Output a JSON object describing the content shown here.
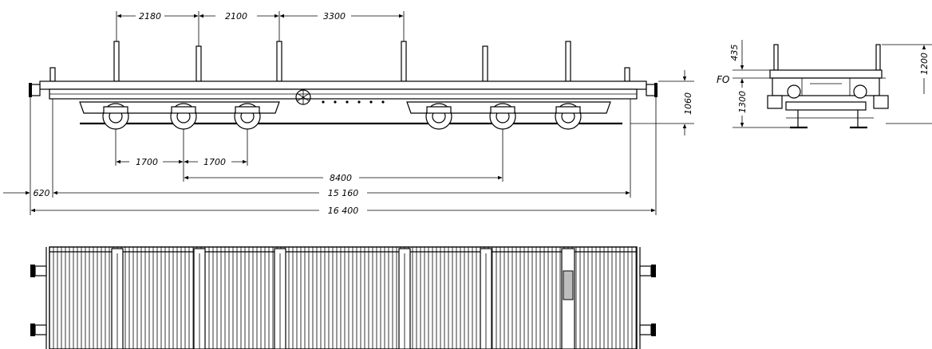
{
  "side_view": {
    "stake_spacing": [
      "2180",
      "2100",
      "3300"
    ],
    "axle_spacing": [
      "1700",
      "1700"
    ],
    "bogie_centres": "8400",
    "overhang": "620",
    "length_over_frame": "15 160",
    "length_over_buffers": "16 400",
    "platform_height": "1060"
  },
  "end_view": {
    "stake_height": "435",
    "floor_label": "FO",
    "floor_to_rail": "1300",
    "side_height": "1200"
  }
}
